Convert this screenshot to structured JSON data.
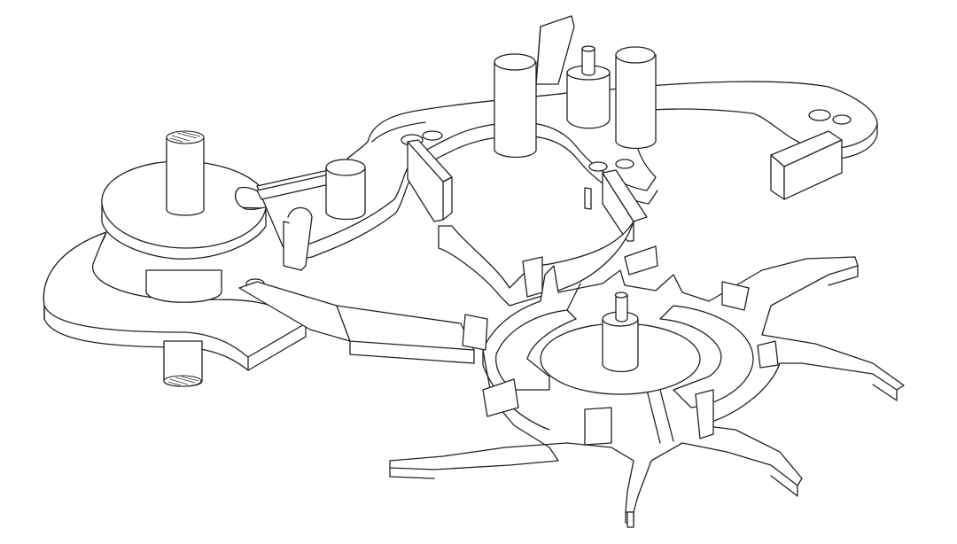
{
  "figure": {
    "kind": "isometric line drawing of a watch escapement mechanism",
    "colors": {
      "line": "#222222",
      "background": "#ffffff"
    },
    "parts": [
      "balance-wheel",
      "balance-staff",
      "roller-table",
      "safety-roller",
      "pallet-lever",
      "pallet-fork",
      "impulse-pallet-left",
      "impulse-pallet-right",
      "banking-pin-left",
      "banking-pin-right",
      "lever-arbor",
      "escape-wheel",
      "escape-wheel-arbor",
      "intermediate-lever",
      "end-block"
    ]
  }
}
